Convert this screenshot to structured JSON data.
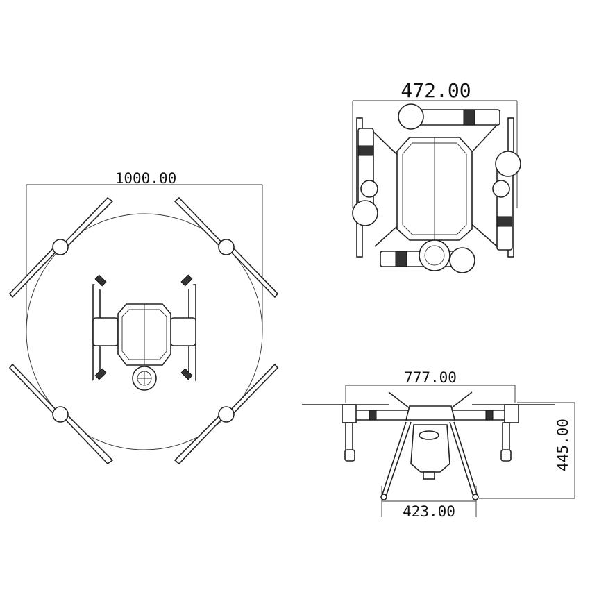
{
  "views": {
    "top_unfolded": {
      "span_label": "1000.00"
    },
    "top_folded": {
      "width_label": "472.00"
    },
    "side": {
      "width_label": "777.00",
      "height_label": "445.00",
      "leg_span_label": "423.00"
    }
  },
  "colors": {
    "line": "#222222",
    "background": "#ffffff"
  }
}
